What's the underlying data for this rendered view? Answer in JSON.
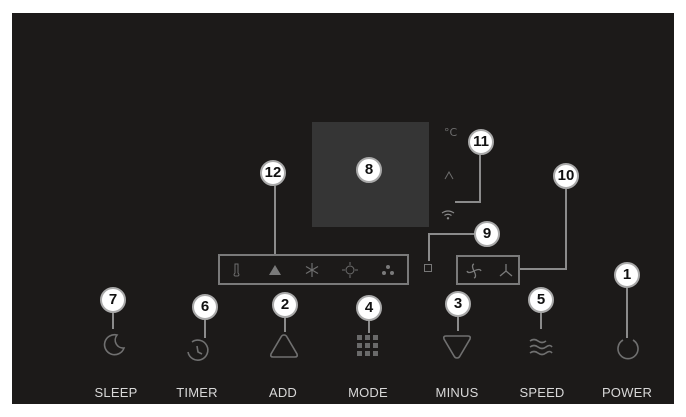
{
  "panel": {
    "buttons": [
      {
        "id": "sleep",
        "label": "SLEEP",
        "number": "7",
        "icon": "moon-icon"
      },
      {
        "id": "timer",
        "label": "TIMER",
        "number": "6",
        "icon": "clock-icon"
      },
      {
        "id": "add",
        "label": "ADD",
        "number": "2",
        "icon": "triangle-up-icon"
      },
      {
        "id": "mode",
        "label": "MODE",
        "number": "4",
        "icon": "grid-icon"
      },
      {
        "id": "minus",
        "label": "MINUS",
        "number": "3",
        "icon": "triangle-down-icon"
      },
      {
        "id": "speed",
        "label": "SPEED",
        "number": "5",
        "icon": "waves-icon"
      },
      {
        "id": "power",
        "label": "POWER",
        "number": "1",
        "icon": "power-icon"
      }
    ],
    "display_callout": "8",
    "lock_callout": "9",
    "fan_callout": "10",
    "wifi_callout": "11",
    "mode_callout": "12",
    "status": {
      "celsius": "°C"
    }
  },
  "colors": {
    "panel": "#1c1a19",
    "display": "#353535",
    "icon": "#6f6f6f",
    "label": "#d8d8d8",
    "callout_border": "#a9a9a9"
  }
}
